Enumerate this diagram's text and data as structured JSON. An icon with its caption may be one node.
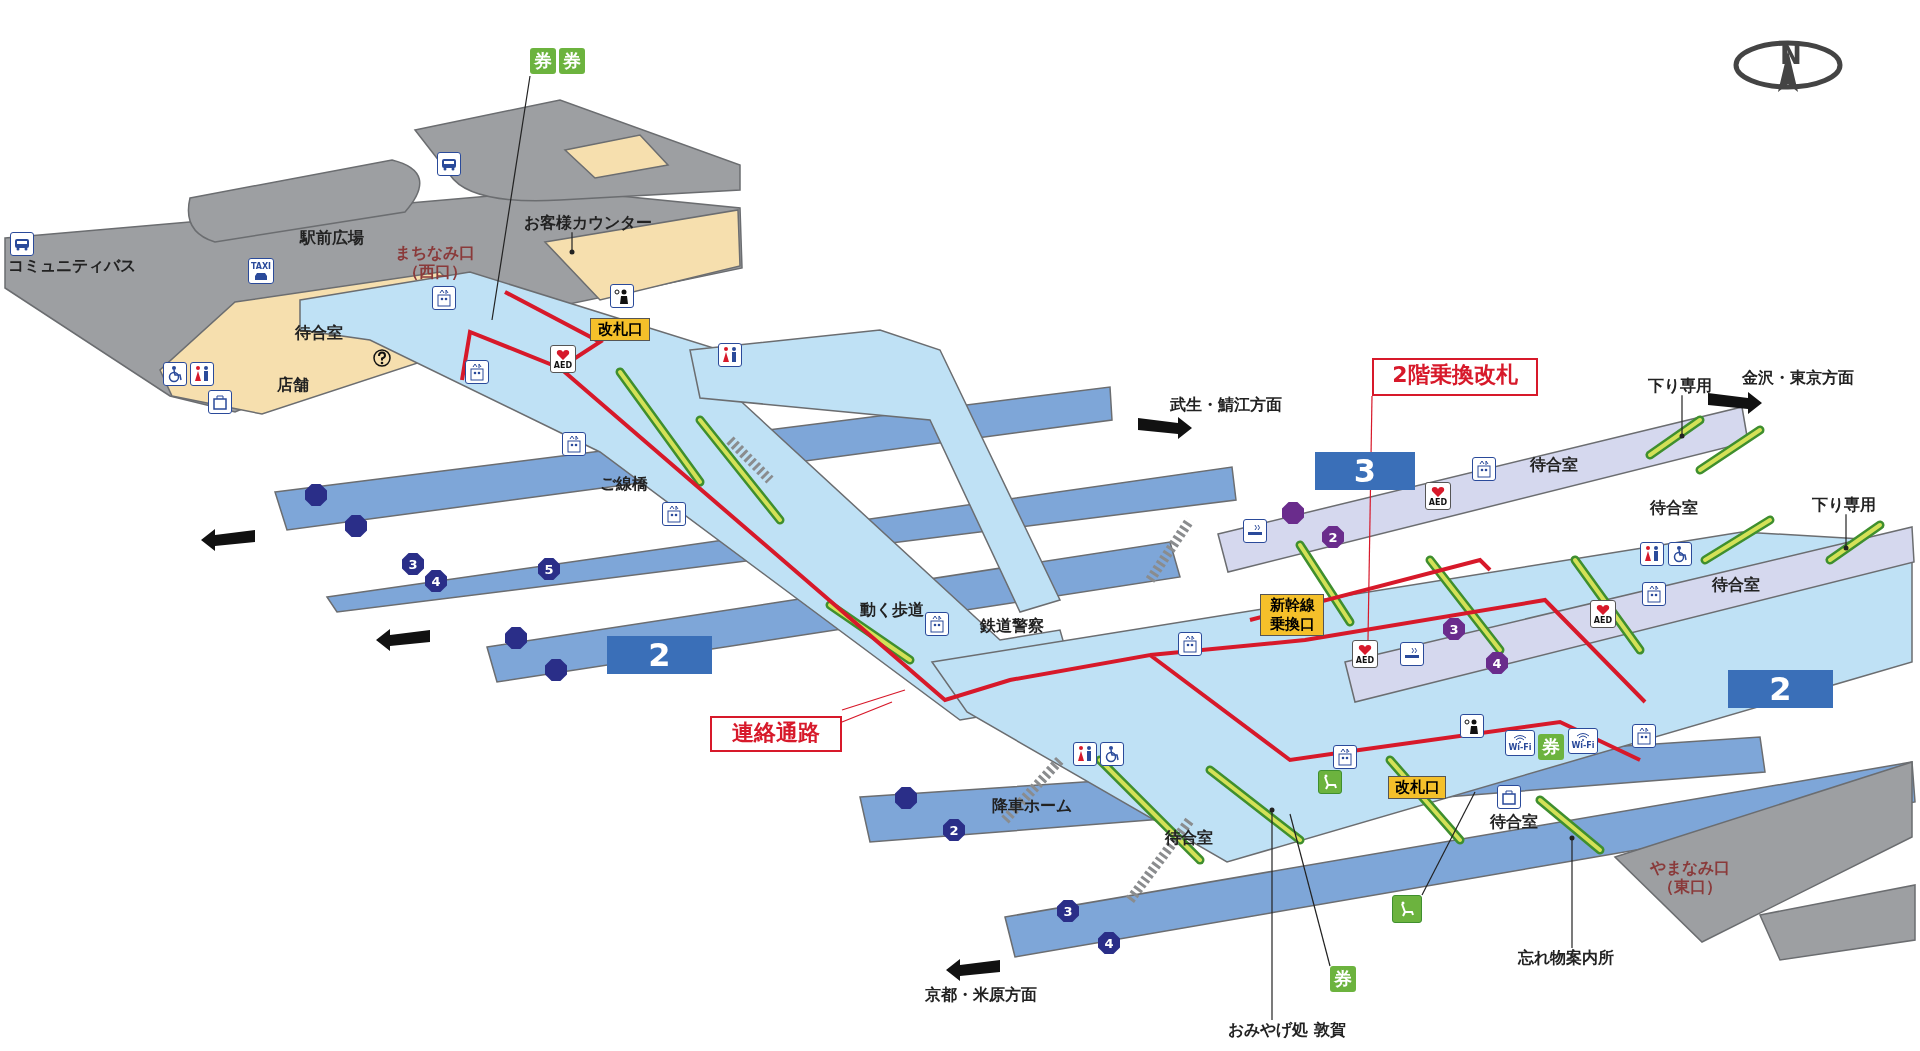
{
  "diagram": {
    "nodes": [
      {
        "text": [
          "改札口"
        ]
      },
      {
        "text": [
          "新幹線乗換口"
        ]
      },
      {
        "text": [
          "改札口"
        ]
      },
      {
        "text": [
          "2階乗換改札"
        ]
      },
      {
        "text": [
          "連絡通路"
        ]
      },
      {
        "text": [
          "3"
        ]
      },
      {
        "text": [
          "2"
        ]
      },
      {
        "text": [
          "2"
        ]
      },
      {
        "text": [
          "お客様カウンター"
        ]
      },
      {
        "text": [
          "下り専用"
        ]
      },
      {
        "text": [
          "下り専用"
        ]
      },
      {
        "text": [
          "おみやげ処 敦賀"
        ]
      },
      {
        "text": [
          "忘れ物案内所"
        ]
      },
      {
        "text": [
          "券",
          "券"
        ]
      },
      {
        "text": [],
        "shape": "picture"
      },
      {
        "text": [
          "券"
        ]
      },
      {
        "text": [
          "AED"
        ]
      }
    ],
    "edges": [
      {
        "from": 3,
        "to": 16,
        "arrow": "none",
        "color": "#d7192a"
      },
      {
        "from": 4,
        "to": null,
        "arrow": "none",
        "color": "#d7192a"
      },
      {
        "from": 4,
        "to": null,
        "arrow": "none",
        "color": "#d7192a"
      },
      {
        "from": 8,
        "to": null,
        "arrow": "other"
      },
      {
        "from": 9,
        "to": null,
        "arrow": "other"
      },
      {
        "from": 10,
        "to": null,
        "arrow": "other"
      },
      {
        "from": 11,
        "to": null,
        "arrow": "other"
      },
      {
        "from": 12,
        "to": null,
        "arrow": "other"
      },
      {
        "from": 13,
        "to": null,
        "arrow": "none"
      },
      {
        "from": 14,
        "to": null,
        "arrow": "none"
      },
      {
        "from": 15,
        "to": null,
        "arrow": "none"
      }
    ],
    "labels": [
      "N",
      "駅前広場",
      "コミュニティバス",
      "まちなみ口（西口）",
      "TAXI",
      "待合室",
      "店舗",
      "AED",
      "ご線橋",
      "3",
      "4",
      "5",
      "武生・鯖江方面",
      "金沢・東京方面",
      "待合室",
      "AED",
      "2",
      "待合室",
      "待合室",
      "AED",
      "3",
      "4",
      "動く歩道",
      "鉄道警察",
      "券",
      "Wi-Fi",
      "Wi-Fi",
      "降車ホーム",
      "2",
      "待合室",
      "待合室",
      "やまなみ口（東口）",
      "3",
      "4",
      "京都・米原方面"
    ]
  }
}
